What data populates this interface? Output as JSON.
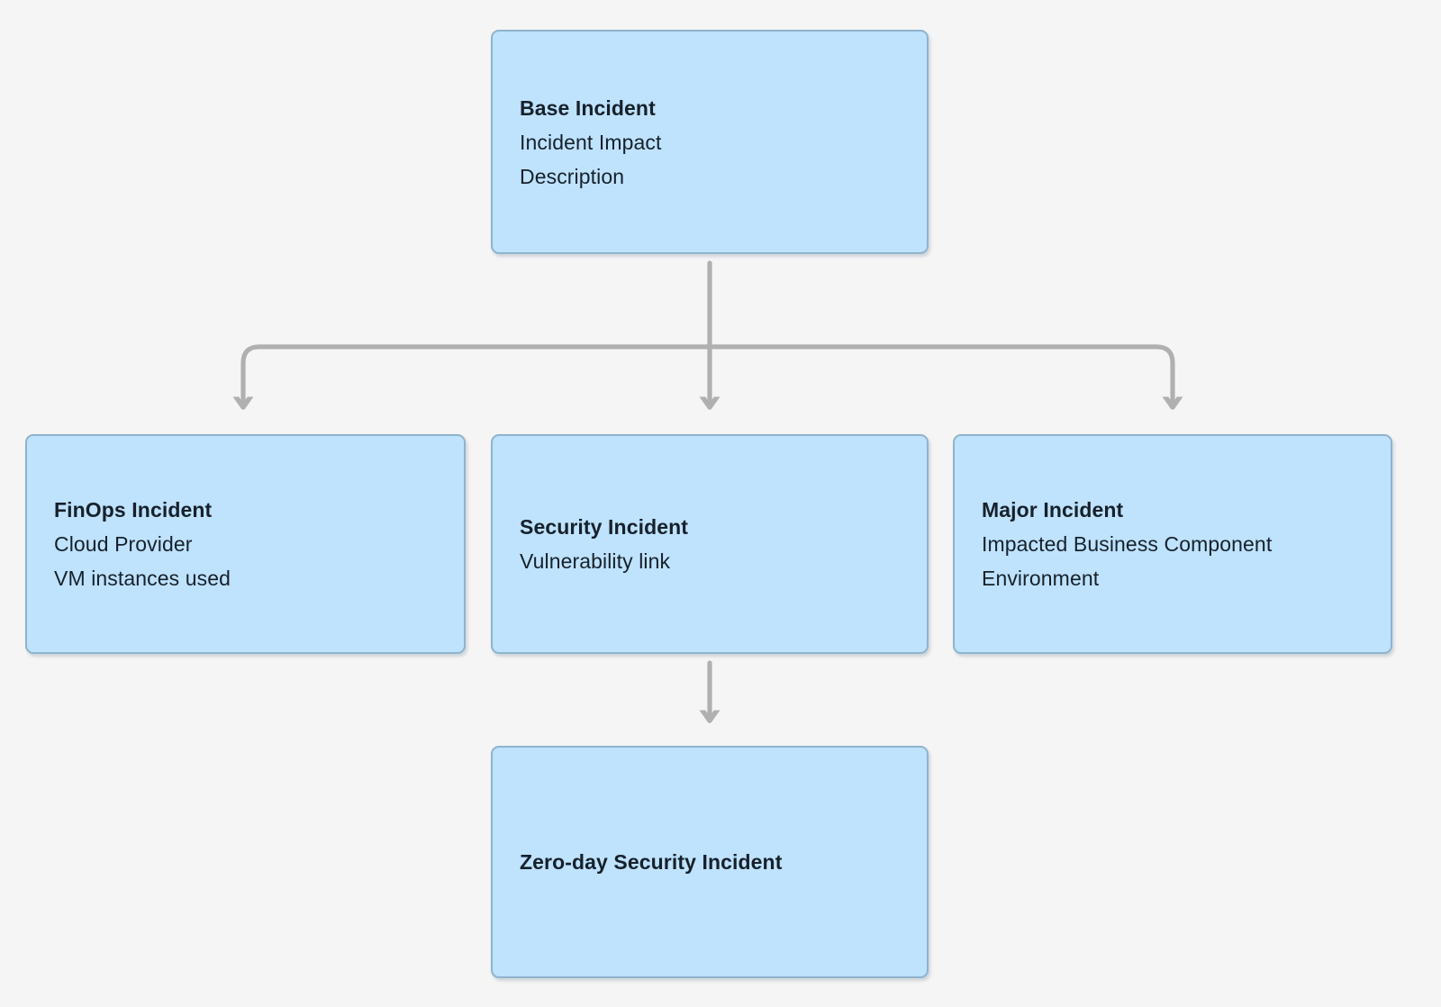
{
  "diagram": {
    "type": "class-inheritance-hierarchy",
    "background_color": "#f5f5f5",
    "node_fill_color": "#bfe2fd",
    "node_border_color": "#8fb4cc",
    "connector_color": "#b0b0b0",
    "text_color": "#16212b",
    "nodes": [
      {
        "id": "base",
        "title": "Base Incident",
        "attributes": [
          "Incident Impact",
          "Description"
        ]
      },
      {
        "id": "finops",
        "title": "FinOps Incident",
        "attributes": [
          "Cloud Provider",
          "VM instances used"
        ]
      },
      {
        "id": "security",
        "title": "Security Incident",
        "attributes": [
          "Vulnerability link"
        ]
      },
      {
        "id": "major",
        "title": "Major Incident",
        "attributes": [
          "Impacted Business Component",
          "Environment"
        ]
      },
      {
        "id": "zeroday",
        "title": "Zero-day Security Incident",
        "attributes": []
      }
    ],
    "edges": [
      {
        "from": "base",
        "to": "finops"
      },
      {
        "from": "base",
        "to": "security"
      },
      {
        "from": "base",
        "to": "major"
      },
      {
        "from": "security",
        "to": "zeroday"
      }
    ]
  }
}
